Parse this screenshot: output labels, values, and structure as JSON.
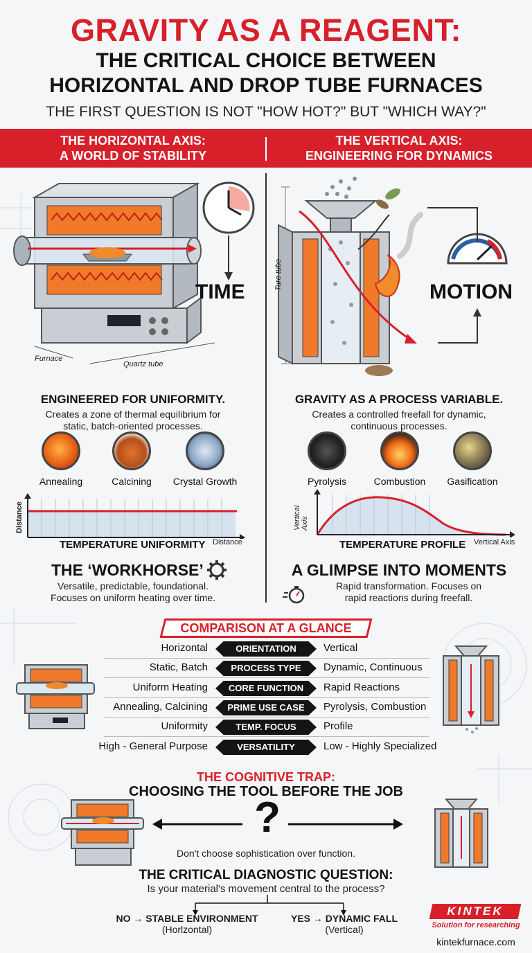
{
  "header": {
    "title_line1": "GRAVITY AS A REAGENT:",
    "title_line2a": "THE CRITICAL CHOICE BETWEEN",
    "title_line2b": "HORIZONTAL AND DROP TUBE FURNACES",
    "tagline": "THE FIRST QUESTION IS NOT \"HOW HOT?\" BUT \"WHICH WAY?\""
  },
  "left": {
    "band_line1": "THE HORIZONTAL AXIS:",
    "band_line2": "A WORLD OF STABILITY",
    "big_word": "TIME",
    "furnace_label": "Furnace",
    "tube_label": "Quartz tube",
    "head": "ENGINEERED FOR UNIFORMITY.",
    "body1": "Creates a zone of thermal equilibrium for",
    "body2": "static, batch-oriented processes.",
    "processes": [
      "Annealing",
      "Calcining",
      "Crystal Growth"
    ],
    "graph_title": "TEMPERATURE UNIFORMITY",
    "graph_ylabel": "Distance",
    "graph_xlabel": "Distance",
    "sub_head": "THE ‘WORKHORSE’",
    "sub_body1": "Versatile, predictable, foundational.",
    "sub_body2": "Focuses on uniform heating over time."
  },
  "right": {
    "band_line1": "THE VERTICAL AXIS:",
    "band_line2": "ENGINEERING FOR DYNAMICS",
    "big_word": "MOTION",
    "tube_label": "Ture tube",
    "head": "GRAVITY AS A PROCESS VARIABLE.",
    "body1": "Creates a controlled freefall for dynamic,",
    "body2": "continuous processes.",
    "processes": [
      "Pyrolysis",
      "Combustion",
      "Gasification"
    ],
    "graph_title": "TEMPERATURE PROFILE",
    "graph_ylabel1": "Vertical",
    "graph_ylabel2": "Axis",
    "graph_xlabel": "Vertical Axis",
    "sub_head": "A GLIMPSE INTO MOMENTS",
    "sub_body1": "Rapid transformation. Focuses on",
    "sub_body2": "rapid reactions during freefall."
  },
  "comparison": {
    "title": "COMPARISON AT A GLANCE",
    "rows": [
      {
        "left": "Horizontal",
        "key": "ORIENTATION",
        "right": "Vertical"
      },
      {
        "left": "Static, Batch",
        "key": "PROCESS TYPE",
        "right": "Dynamic, Continuous"
      },
      {
        "left": "Uniform Heating",
        "key": "CORE FUNCTION",
        "right": "Rapid Reactions"
      },
      {
        "left": "Annealing, Calcining",
        "key": "PRIME USE CASE",
        "right": "Pyrolysis, Combustion"
      },
      {
        "left": "Uniformity",
        "key": "TEMP. FOCUS",
        "right": "Profile"
      },
      {
        "left": "High - General Purpose",
        "key": "VERSATILITY",
        "right": "Low - Highly Specialized"
      }
    ]
  },
  "trap": {
    "title1": "THE COGNITIVE TRAP:",
    "title2": "CHOOSING THE TOOL BEFORE THE JOB",
    "question_mark": "?",
    "note": "Don't choose sophistication over function.",
    "diag_head": "THE CRITICAL DIAGNOSTIC QUESTION:",
    "diag_q": "Is your material's movement central to the process?",
    "no_line1": "NO → STABLE ENVIRONMENT",
    "no_line2": "(Horlzontal)",
    "yes_line1": "YES → DYNAMIC FALL",
    "yes_line2": "(Vertical)"
  },
  "brand": {
    "logo": "KINTEK",
    "slogan": "Solution for researching",
    "url": "kintekfurnace.com"
  },
  "colors": {
    "accent_red": "#d8202a",
    "heater_orange": "#f07a2a",
    "steel": "#c9ced4"
  }
}
